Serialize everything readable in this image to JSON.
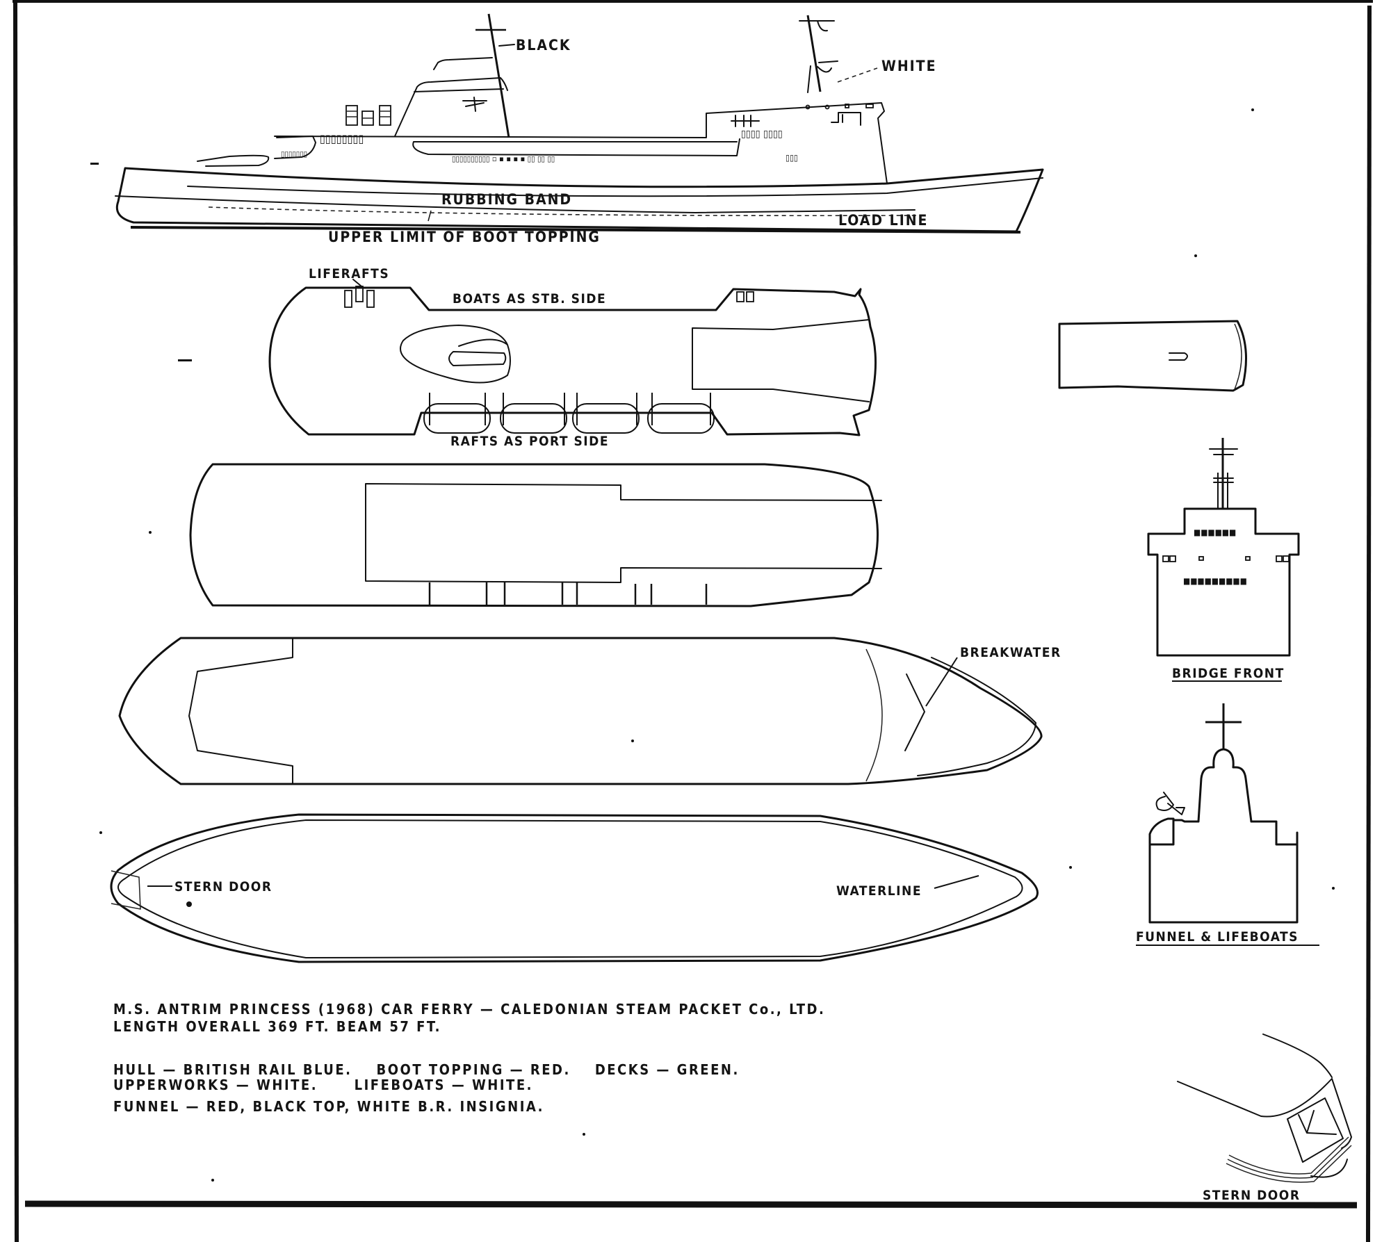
{
  "drawing": {
    "title": "M.S. ANTRIM PRINCESS (1968) CAR FERRY — CALEDONIAN STEAM PACKET Co., LTD.",
    "profile_view": {
      "labels": {
        "mast_color": "BLACK",
        "foremast_color": "WHITE",
        "rubbing_band": "RUBBING BAND",
        "load_line": "LOAD LINE",
        "boot_topping": "UPPER LIMIT OF BOOT TOPPING"
      }
    },
    "boat_deck_plan": {
      "labels": {
        "liferafts": "LIFERAFTS",
        "starboard_note": "BOATS AS STB. SIDE",
        "port_note": "RAFTS AS PORT SIDE"
      }
    },
    "promenade_deck_plan": {},
    "car_deck_plan": {
      "labels": {
        "breakwater": "BREAKWATER"
      }
    },
    "hull_plan": {
      "labels": {
        "stern_door": "STERN DOOR",
        "waterline": "WATERLINE"
      }
    },
    "detail_views": {
      "funnel_top": {},
      "bridge_front": {
        "label": "BRIDGE FRONT"
      },
      "funnel_lifeboats": {
        "label": "FUNNEL & LIFEBOATS"
      },
      "stern_door": {
        "label": "STERN DOOR"
      }
    },
    "caption": {
      "line1": "M.S. ANTRIM PRINCESS (1968) CAR FERRY — CALEDONIAN STEAM PACKET Co., LTD.",
      "line2": "LENGTH OVERALL 369 FT. BEAM 57 FT.",
      "line3": "HULL — BRITISH RAIL BLUE.    BOOT TOPPING — RED.    DECKS — GREEN.",
      "line4": "UPPERWORKS — WHITE.      LIFEBOATS — WHITE.",
      "line5": "FUNNEL — RED, BLACK TOP, WHITE B.R. INSIGNIA."
    },
    "specs": {
      "ship_name": "M.S. ANTRIM PRINCESS",
      "year": "1968",
      "type": "CAR FERRY",
      "owner": "CALEDONIAN STEAM PACKET Co., LTD.",
      "length_overall": "369 FT.",
      "beam": "57 FT."
    },
    "paint_scheme": [
      {
        "part": "HULL",
        "color": "BRITISH RAIL BLUE"
      },
      {
        "part": "BOOT TOPPING",
        "color": "RED"
      },
      {
        "part": "DECKS",
        "color": "GREEN"
      },
      {
        "part": "UPPERWORKS",
        "color": "WHITE"
      },
      {
        "part": "LIFEBOATS",
        "color": "WHITE"
      },
      {
        "part": "FUNNEL",
        "color": "RED, BLACK TOP, WHITE B.R. INSIGNIA"
      }
    ],
    "colors": {
      "ink": "#111111",
      "paper": "#ffffff"
    }
  }
}
